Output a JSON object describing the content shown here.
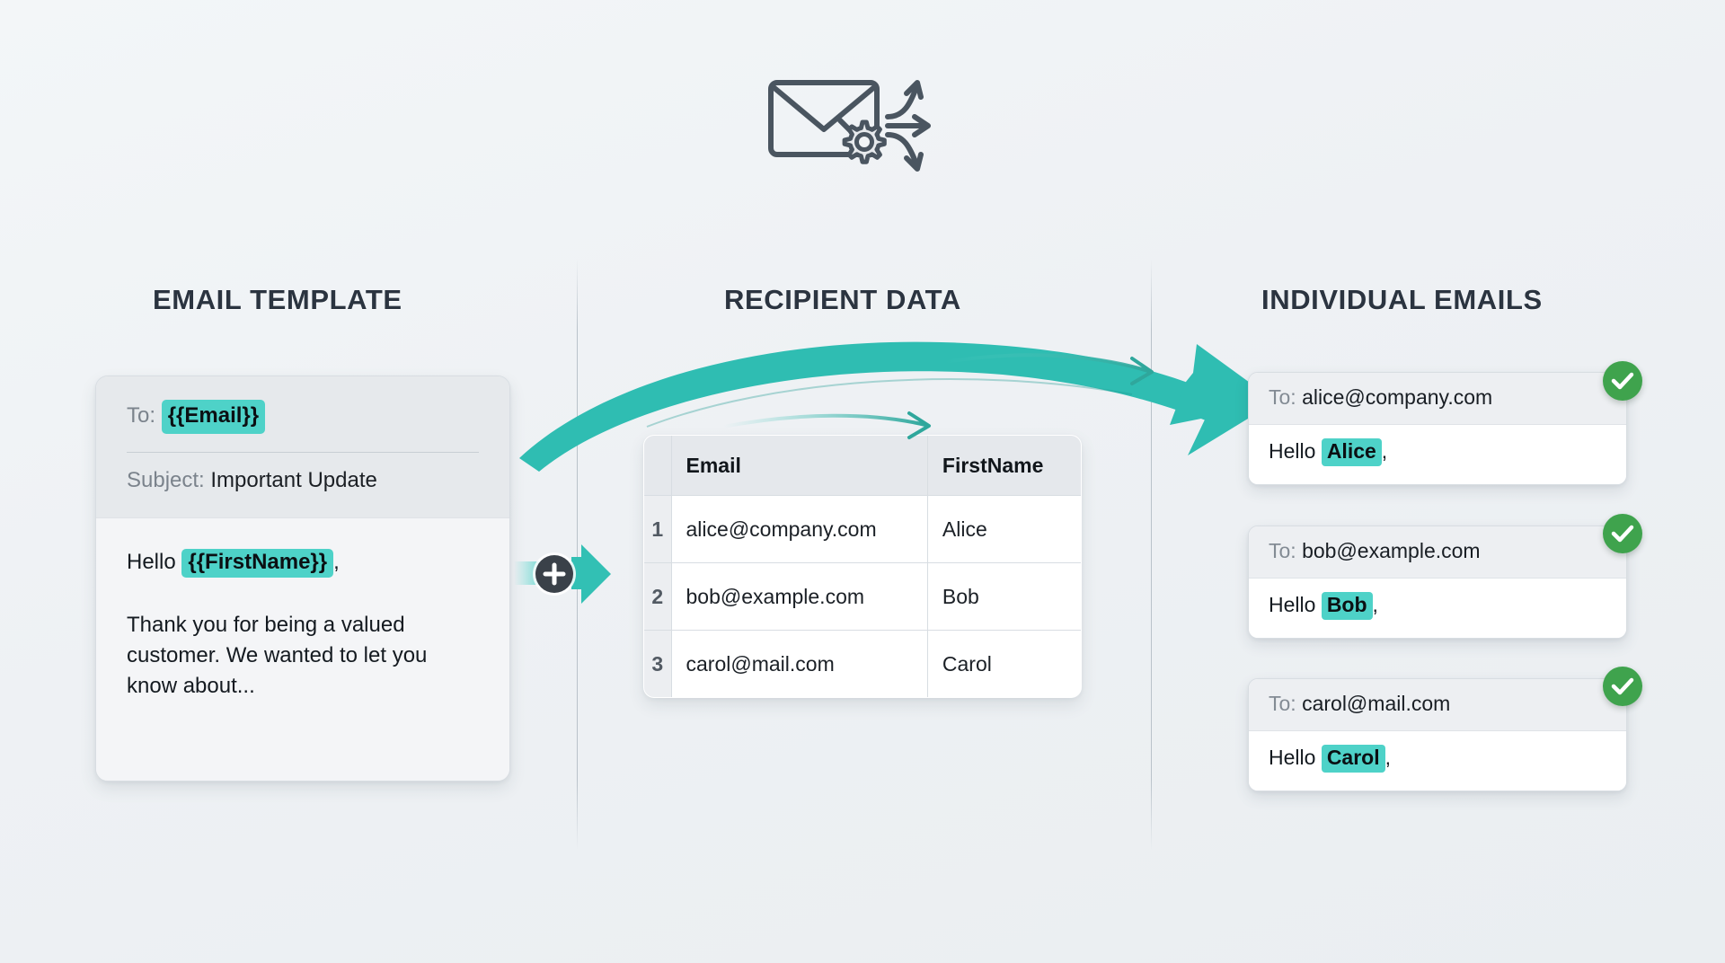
{
  "header": {
    "icon": "envelope-gear-distribute-icon"
  },
  "sections": {
    "template_title": "EMAIL TEMPLATE",
    "recipient_title": "RECIPIENT DATA",
    "emails_title": "INDIVIDUAL EMAILS"
  },
  "template_card": {
    "to_label": "To:",
    "to_token": "{{Email}}",
    "subject_label": "Subject:",
    "subject_value": "Important Update",
    "greeting_prefix": "Hello",
    "greeting_token": "{{FirstName}}",
    "greeting_suffix": ",",
    "body_paragraph": "Thank you for being a valued customer. We wanted to let you know about..."
  },
  "merge_connector": {
    "icon": "plus-merge-icon",
    "symbol": "+"
  },
  "recipient_table": {
    "columns": [
      "",
      "Email",
      "FirstName"
    ],
    "rows": [
      {
        "index": "1",
        "email": "alice@company.com",
        "firstname": "Alice"
      },
      {
        "index": "2",
        "email": "bob@example.com",
        "firstname": "Bob"
      },
      {
        "index": "3",
        "email": "carol@mail.com",
        "firstname": "Carol"
      }
    ]
  },
  "flow_arrow": {
    "icon": "curved-flow-arrow-icon"
  },
  "individual_emails": [
    {
      "to_label": "To:",
      "to_value": "alice@company.com",
      "greeting_prefix": "Hello",
      "name": "Alice",
      "greeting_suffix": ",",
      "status_icon": "check-circle-icon"
    },
    {
      "to_label": "To:",
      "to_value": "bob@example.com",
      "greeting_prefix": "Hello",
      "name": "Bob",
      "greeting_suffix": ",",
      "status_icon": "check-circle-icon"
    },
    {
      "to_label": "To:",
      "to_value": "carol@mail.com",
      "greeting_prefix": "Hello",
      "name": "Carol",
      "greeting_suffix": ",",
      "status_icon": "check-circle-icon"
    }
  ],
  "colors": {
    "background": "#f1f4f6",
    "accent_teal": "#32b8ac",
    "token_teal": "#4ed2c8",
    "success_green": "#3fa34d",
    "title_dark": "#2b3440",
    "icon_gray": "#4a5560"
  }
}
